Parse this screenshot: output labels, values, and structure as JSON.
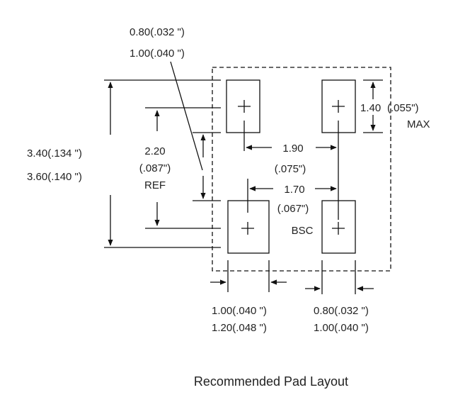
{
  "diagram": {
    "caption": "Recommended Pad Layout",
    "line_color": "#111111",
    "labels": {
      "pad_length_top": "0.80(.032 \")",
      "pad_length_bottom": "1.00(.040 \")",
      "overall_height_top": "3.40(.134 \")",
      "overall_height_bottom": "3.60(.140 \")",
      "pad_pitch_value": "2.20",
      "pad_pitch_inch": "(.087\")",
      "pad_pitch_note": "REF",
      "center_spacing_value": "1.90",
      "center_spacing_inch": "(.075\")",
      "inner_spacing_value": "1.70",
      "inner_spacing_inch": "(.067\")",
      "inner_spacing_note": "BSC",
      "pad_width_right_value": "1.40",
      "pad_width_right_inch": "(.055\")",
      "pad_width_right_note": "MAX",
      "bottom_left_top": "1.00(.040 \")",
      "bottom_left_bottom": "1.20(.048 \")",
      "bottom_right_top": "0.80(.032 \")",
      "bottom_right_bottom": "1.00(.040 \")"
    }
  }
}
